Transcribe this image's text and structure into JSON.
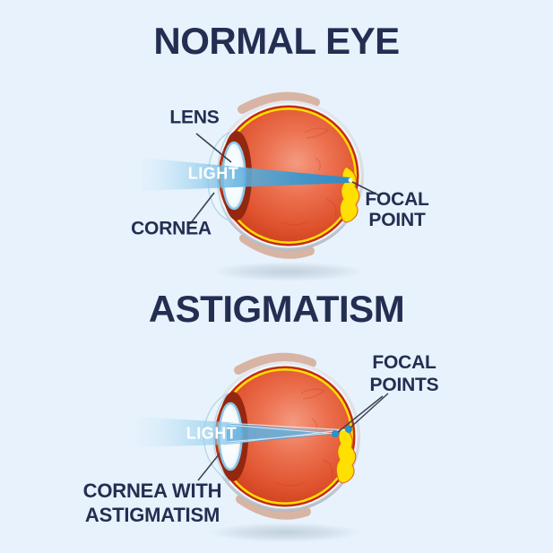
{
  "normal": {
    "title": "NORMAL EYE",
    "lens_label": "LENS",
    "light_label": "LIGHT",
    "cornea_label": "CORNEA",
    "focal_point_label_line1": "FOCAL",
    "focal_point_label_line2": "POINT"
  },
  "astigmatism": {
    "title": "ASTIGMATISM",
    "light_label": "LIGHT",
    "focal_points_label_line1": "FOCAL",
    "focal_points_label_line2": "POINTS",
    "cornea_label_line1": "CORNEA WITH",
    "cornea_label_line2": "ASTIGMATISM"
  },
  "colors": {
    "background": "#e7f2fc",
    "text": "#242e52",
    "light_beam_blue": "#3f97cc",
    "eye_red": "#d84a26",
    "retina_yellow": "#ffdf00",
    "sclera_gray": "#b6bbc4",
    "macula_yellow": "#ffe000",
    "focal_point_dot": "#1f95d3",
    "muscle_flesh": "#d8b4a4",
    "cornea_blue": "#bfe0f0",
    "leader_line": "#3b4150"
  }
}
